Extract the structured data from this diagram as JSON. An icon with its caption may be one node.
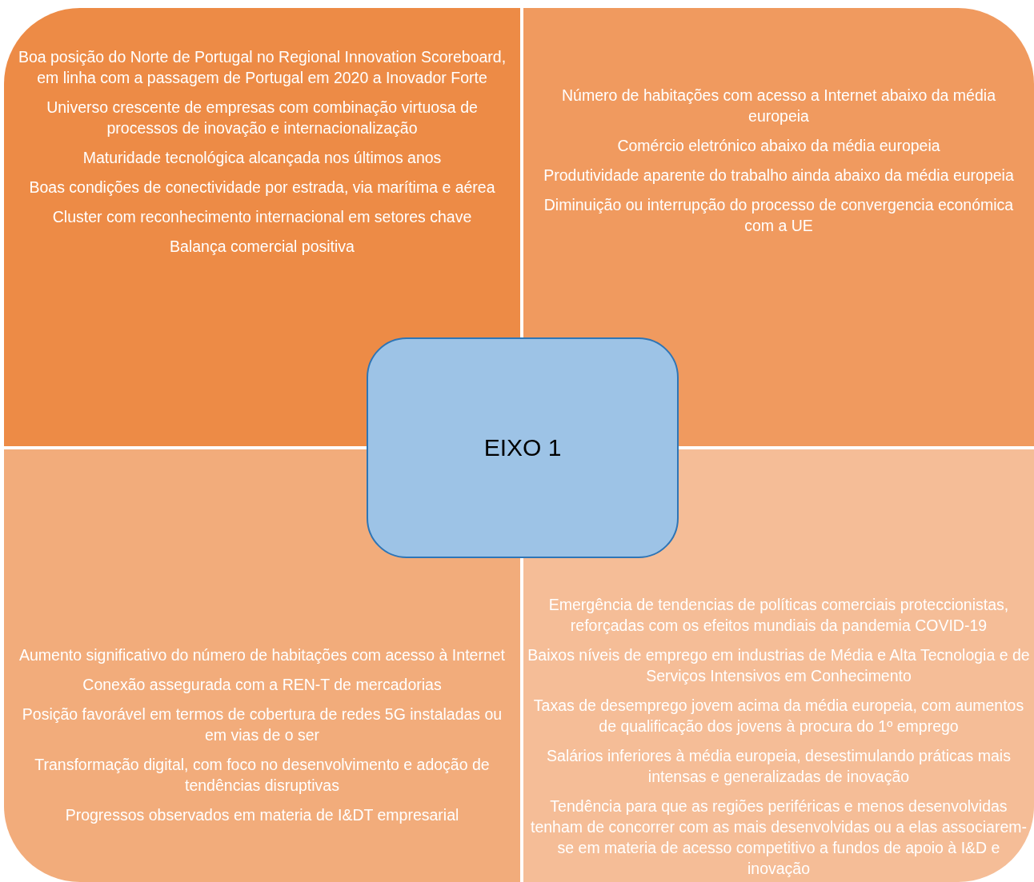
{
  "diagram": {
    "nodes": [
      {
        "text": [
          "Boa posição do Norte de Portugal no Regional Innovation Scoreboard, em linha com a passagem de Portugal em 2020 a Inovador Forte",
          "Universo crescente de empresas com combinação virtuosa de processos de inovação e internacionalização",
          "Maturidade tecnológica alcançada nos últimos anos",
          "Boas condições de conectividade por estrada, via marítima e aérea",
          "Cluster com reconhecimento internacional em setores chave",
          "Balança comercial positiva"
        ]
      },
      {
        "text": [
          "Número de habitações com acesso a Internet abaixo da média europeia",
          "Comércio eletrónico abaixo da média europeia",
          "Produtividade aparente do trabalho ainda abaixo da média europeia",
          "Diminuição ou interrupção do processo de convergencia económica com a UE"
        ]
      },
      {
        "text": [
          "Aumento significativo do número de habitações com acesso à Internet",
          "Conexão assegurada com a REN-T de mercadorias",
          "Posição favorável em termos de cobertura de redes 5G instaladas ou em vias de o ser",
          "Transformação digital, com foco no desenvolvimento e adoção de tendências disruptivas",
          "Progressos observados em materia de I&DT empresarial"
        ]
      },
      {
        "text": [
          "Emergência de tendencias de políticas comerciais proteccionistas, reforçadas com os efeitos mundiais da pandemia COVID-19",
          "Baixos níveis de emprego em industrias de Média e Alta Tecnologia e de Serviços Intensivos em Conhecimento",
          "Taxas de desemprego jovem acima da média europeia, com aumentos de qualificação dos jovens à procura do 1º emprego",
          "Salários inferiores à média europeia, desestimulando práticas mais intensas e generalizadas de inovação",
          "Tendência para que as regiões periféricas e menos desenvolvidas tenham de concorrer com as mais desenvolvidas ou a elas associarem-se em materia de acesso competitivo a fundos de apoio à I&D e inovação"
        ]
      },
      {
        "text": [
          "EIXO 1"
        ]
      }
    ],
    "edges": []
  }
}
